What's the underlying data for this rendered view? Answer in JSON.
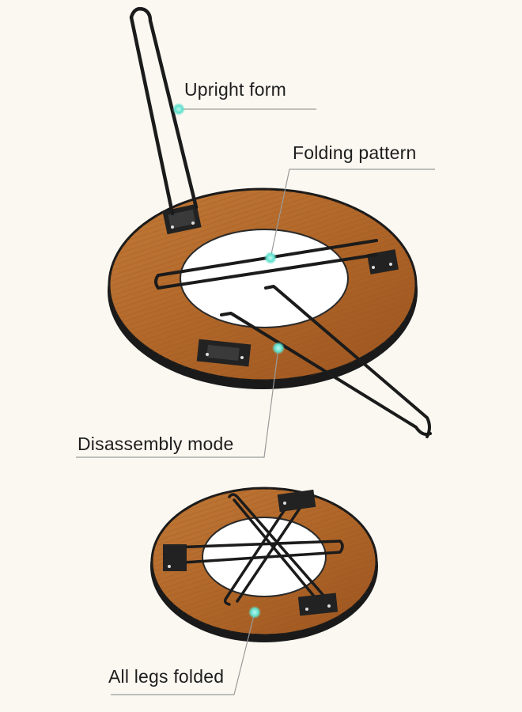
{
  "annotations": {
    "upright": "Upright form",
    "folding": "Folding pattern",
    "disassembly": "Disassembly mode",
    "folded": "All legs folded"
  },
  "colors": {
    "background": "#fbf8f1",
    "wood": "#b46a2c",
    "wood_dark": "#8a4a1a",
    "edge": "#1a1a1a",
    "steel": "#1b1b1b",
    "marker": "#7fe8d8",
    "leader_line": "#9a9a9a"
  }
}
